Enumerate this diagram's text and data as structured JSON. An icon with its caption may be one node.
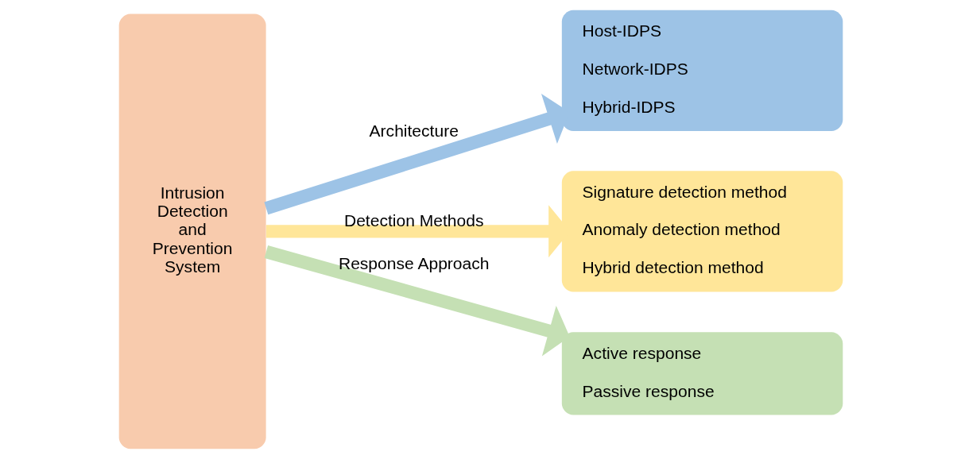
{
  "diagram": {
    "nodes": [
      {
        "text": [
          "Intrusion Detection and Prevention System"
        ]
      },
      {
        "text": [
          "Host-IDPS",
          "Network-IDPS",
          "Hybrid-IDPS"
        ]
      },
      {
        "text": [
          "Signature detection method",
          "Anomaly detection method",
          "Hybrid detection method"
        ]
      },
      {
        "text": [
          "Active response",
          "Passive response"
        ]
      }
    ],
    "edges": [
      {
        "from": 0,
        "to": 1,
        "arrow": "to",
        "label": "Architecture",
        "color": "#9dc3e6"
      },
      {
        "from": 0,
        "to": 2,
        "arrow": "to",
        "label": "Detection Methods",
        "color": "#ffe699"
      },
      {
        "from": 0,
        "to": 3,
        "arrow": "to",
        "label": "Response Approach",
        "color": "#c5e0b4"
      }
    ]
  }
}
